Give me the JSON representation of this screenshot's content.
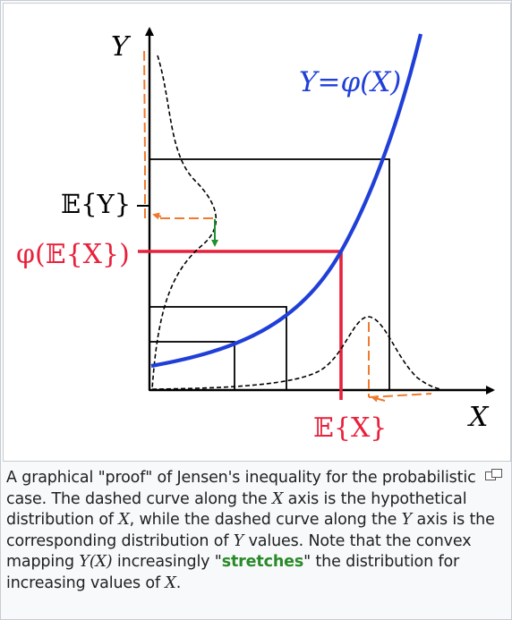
{
  "labels": {
    "y_axis": "Y",
    "x_axis": "X",
    "function": "Y=φ(X)",
    "ey": "𝔼{Y}",
    "phi_ex": "φ(𝔼{X})",
    "ex": "𝔼{X}"
  },
  "caption": {
    "p1": "A graphical \"proof\" of Jensen's inequality for the probabilistic case. The dashed curve along the ",
    "v1": "X",
    "p2": " axis is the hypothetical distribution of ",
    "v2": "X",
    "p3": ", while the dashed curve along the ",
    "v3": "Y",
    "p4": " axis is the corresponding distribution of ",
    "v4": "Y",
    "p5": " values. Note that the convex mapping ",
    "v5": "Y(X)",
    "p6": " increasingly \"",
    "stretches": "stretches",
    "p7": "\" the distribution for increasing values of ",
    "v6": "X",
    "p8": "."
  },
  "colors": {
    "curve": "#1f3fd8",
    "highlight": "#e8203a",
    "mapping": "#ef7a2e",
    "arrow": "#1f8f2f",
    "text": "#202122",
    "stretches": "#2a8a2a"
  },
  "icons": {
    "magnify": "magnify-icon"
  }
}
